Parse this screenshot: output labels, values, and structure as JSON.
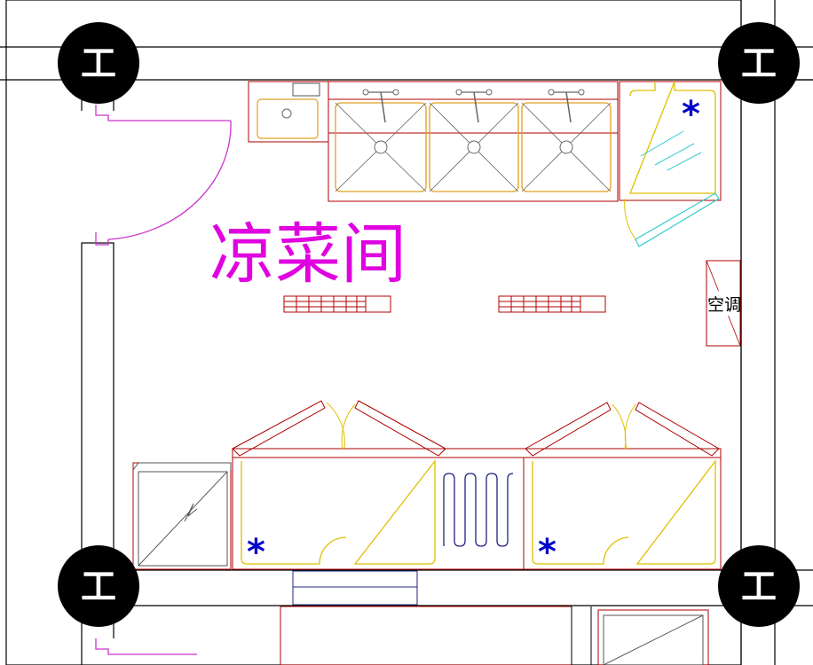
{
  "room": {
    "title": "凉菜间"
  },
  "labels": {
    "air_conditioner": "空调"
  },
  "column": {
    "glyph": "工"
  },
  "markers": {
    "refrigeration_symbol": "*"
  },
  "colors": {
    "wall": "#000000",
    "furniture": "#b00000",
    "equipment": "#e0c000",
    "door": "#cc33cc",
    "glass": "#33cccc",
    "pipe": "#202080",
    "title": "#e000e0",
    "marker": "#0000cc"
  }
}
